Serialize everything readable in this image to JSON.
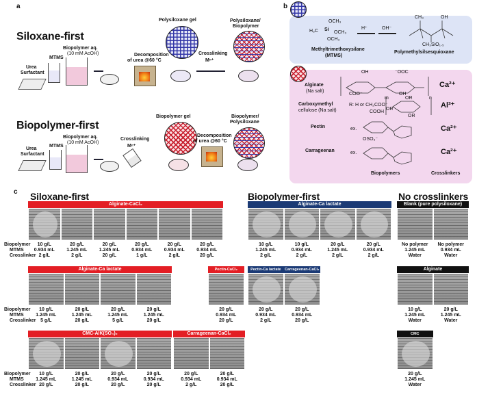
{
  "panel_a": {
    "label": "a",
    "siloxane_first": {
      "title": "Siloxane-first",
      "urea_surfactant": [
        "Urea",
        "Surfactant"
      ],
      "mtms": "MTMS",
      "biopolymer": [
        "Biopolymer aq.",
        "(10 mM AcOH)"
      ],
      "decomposition": [
        "Decomposition",
        "of urea @60 °C"
      ],
      "gel": "Polysiloxane gel",
      "crosslinking": [
        "Crosslinking",
        "Mⁿ⁺"
      ],
      "result": [
        "Polysiloxane/",
        "Biopolymer"
      ]
    },
    "biopolymer_first": {
      "title": "Biopolymer-first",
      "urea_surfactant": [
        "Urea",
        "Surfactant"
      ],
      "mtms": "MTMS",
      "biopolymer": [
        "Biopolymer aq.",
        "(10 mM AcOH)"
      ],
      "crosslinking": [
        "Crosslinking",
        "Mⁿ⁺"
      ],
      "gel": "Biopolymer gel",
      "decomposition": [
        "Decomposition",
        "of urea @60 °C"
      ],
      "result": [
        "Biopolymer/",
        "Polysiloxane"
      ]
    }
  },
  "panel_b": {
    "label": "b",
    "siloxane": {
      "groups": [
        "OCH₃",
        "H₃C",
        "OCH₃",
        "OCH₃"
      ],
      "h_plus": "H⁺",
      "oh_minus": "OH⁻",
      "product_groups": [
        "CH₃",
        "OH"
      ],
      "product_formula": "CH₃SiO₁.₅",
      "mtms_name": [
        "Methyltrimethoxysilane",
        "(MTMS)"
      ],
      "product_name": "Polymethylsilsesquioxane"
    },
    "polymers": [
      {
        "name": [
          "Alginate",
          "(Na salt)"
        ],
        "ion": "Ca²⁺"
      },
      {
        "name": [
          "Carboxymethyl",
          "cellulose (Na salt)"
        ],
        "ion": "Al³⁺",
        "note": "R: H or CH₂COO⁻"
      },
      {
        "name": [
          "Pectin"
        ],
        "ion": "Ca²⁺",
        "note": "ex."
      },
      {
        "name": [
          "Carrageenan"
        ],
        "ion": "Ca²⁺",
        "note": "ex."
      }
    ],
    "structure_labels": {
      "oh": "OH",
      "coo": "COO⁻",
      "ooc": "⁻OOC",
      "or": "OR",
      "m": "m",
      "n": "n",
      "cooh": "COOH",
      "oso3": "OSO₃⁻"
    },
    "footer": [
      "Biopolymers",
      "Crosslinkers"
    ]
  },
  "panel_c": {
    "label": "c",
    "row_labels": [
      "Biopolymer",
      "MTMS",
      "Crosslinker"
    ],
    "sections": {
      "siloxane_first": "Siloxane-first",
      "biopolymer_first": "Biopolymer-first",
      "no_crosslinkers": "No crosslinkers"
    },
    "groups": [
      {
        "header": "Alginate-CaCl₂",
        "color": "red",
        "conditions": [
          [
            "10 g/L",
            "0.934 mL",
            "2 g/L"
          ],
          [
            "20 g/L",
            "1.245 mL",
            "2 g/L"
          ],
          [
            "20 g/L",
            "1.245 mL",
            "20 g/L"
          ],
          [
            "20 g/L",
            "0.934 mL",
            "1 g/L"
          ],
          [
            "20 g/L",
            "0.934 mL",
            "2 g/L"
          ],
          [
            "20 g/L",
            "0.934 mL",
            "20 g/L"
          ]
        ]
      },
      {
        "header": "Alginate-Ca lactate",
        "color": "red",
        "conditions": [
          [
            "10 g/L",
            "1.245 mL",
            "5 g/L"
          ],
          [
            "20 g/L",
            "1.245 mL",
            "20 g/L"
          ],
          [
            "20 g/L",
            "1.245 mL",
            "5 g/L"
          ],
          [
            "20 g/L",
            "1.245 mL",
            "20 g/L"
          ]
        ]
      },
      {
        "header": "Pectin-CaCl₂",
        "color": "red",
        "conditions": [
          [
            "20 g/L",
            "0.934 mL",
            "20 g/L"
          ]
        ]
      },
      {
        "header": "CMC-AlK(SO₄)₂",
        "color": "red",
        "conditions": [
          [
            "10 g/L",
            "1.245 mL",
            "20 g/L"
          ],
          [
            "20 g/L",
            "1.245 mL",
            "20 g/L"
          ],
          [
            "20 g/L",
            "0.934 mL",
            "20 g/L"
          ],
          [
            "20 g/L",
            "0.934 mL",
            "20 g/L"
          ]
        ]
      },
      {
        "header": "Carrageenan-CaCl₂",
        "color": "red",
        "conditions": [
          [
            "20 g/L",
            "0.934 mL",
            "2 g/L"
          ],
          [
            "20 g/L",
            "0.934 mL",
            "20 g/L"
          ]
        ]
      },
      {
        "header": "Alginate-Ca lactate",
        "color": "navy",
        "conditions": [
          [
            "10 g/L",
            "1.245 mL",
            "2 g/L"
          ],
          [
            "10 g/L",
            "0.934 mL",
            "2 g/L"
          ],
          [
            "20 g/L",
            "1.245 mL",
            "2 g/L"
          ],
          [
            "20 g/L",
            "0.934 mL",
            "2 g/L"
          ]
        ]
      },
      {
        "header": "Pectin-Ca lactate",
        "color": "navy",
        "conditions": [
          [
            "20 g/L",
            "0.934 mL",
            "2 g/L"
          ]
        ]
      },
      {
        "header": "Carrageenan-CaCl₂",
        "color": "navy",
        "conditions": [
          [
            "20 g/L",
            "0.934 mL",
            "20 g/L"
          ]
        ]
      },
      {
        "header": "Blank (pure polysiloxane)",
        "color": "black",
        "conditions": [
          [
            "No polymer",
            "1.245 mL",
            "Water"
          ],
          [
            "No polymer",
            "0.934 mL",
            "Water"
          ]
        ]
      },
      {
        "header": "Alginate",
        "color": "black",
        "conditions": [
          [
            "10 g/L",
            "1.245 mL",
            "Water"
          ],
          [
            "20 g/L",
            "1.245 mL",
            "Water"
          ]
        ]
      },
      {
        "header": "CMC",
        "color": "black",
        "conditions": [
          [
            "20 g/L",
            "1.245 mL",
            "Water"
          ]
        ]
      }
    ]
  },
  "colors": {
    "red": "#e31e24",
    "navy": "#1b3a75",
    "black": "#111111",
    "siloxane_bg": "#dde4f6",
    "polymer_bg": "#f3d7ee"
  }
}
